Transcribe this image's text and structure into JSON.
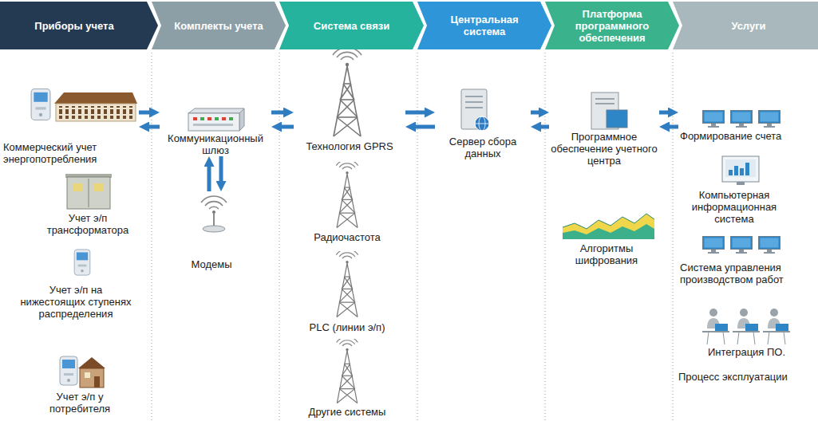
{
  "diagram": {
    "nodes": [
      {
        "text": [
          "Приборы учета"
        ]
      },
      {
        "text": [
          "Коммерческий учет энергопотребления"
        ],
        "in": 0
      },
      {
        "text": [
          "Учет э/п трансформатора"
        ],
        "in": 0
      },
      {
        "text": [
          "Учет э/п на нижестоящих ступенях распределения"
        ],
        "in": 0
      },
      {
        "text": [
          "Учет э/п у потребителя"
        ],
        "in": 0
      },
      {
        "text": [
          "Комплекты учета"
        ]
      },
      {
        "text": [
          "Коммуникационный шлюз"
        ],
        "in": 5
      },
      {
        "text": [
          "Модемы"
        ],
        "in": 5
      },
      {
        "text": [
          "Система связи"
        ]
      },
      {
        "text": [
          "Технология GPRS"
        ],
        "in": 8
      },
      {
        "text": [
          "Радиочастота"
        ],
        "in": 8
      },
      {
        "text": [
          "PLC (линии э/п)"
        ],
        "in": 8
      },
      {
        "text": [
          "Другие системы"
        ],
        "in": 8
      },
      {
        "text": [
          "Центральная система"
        ]
      },
      {
        "text": [
          "Сервер сбора данных"
        ],
        "in": 13
      },
      {
        "text": [
          "Платформа программного обеспечения"
        ]
      },
      {
        "text": [
          "Программное обеспечение учетного центра"
        ],
        "in": 15
      },
      {
        "text": [
          "Алгоритмы шифрования"
        ],
        "in": 15
      },
      {
        "text": [
          "Услуги"
        ]
      },
      {
        "text": [
          "Формирование счета"
        ],
        "in": 18
      },
      {
        "text": [
          "Компьютерная информационная система"
        ],
        "in": 18
      },
      {
        "text": [
          "Система управления производством работ"
        ],
        "in": 18
      },
      {
        "text": [
          "Интеграция ПО.",
          "Процесс эксплуатации"
        ],
        "in": 18
      }
    ],
    "edges": [
      {
        "from": 1,
        "to": 6,
        "arrow": "to"
      },
      {
        "from": 6,
        "to": 1,
        "arrow": "to"
      },
      {
        "from": 7,
        "to": 6,
        "arrow": "to"
      },
      {
        "from": 6,
        "to": 7,
        "arrow": "to"
      },
      {
        "from": 6,
        "to": 9,
        "arrow": "to"
      },
      {
        "from": 9,
        "to": 6,
        "arrow": "to"
      },
      {
        "from": 9,
        "to": 14,
        "arrow": "to"
      },
      {
        "from": 14,
        "to": 9,
        "arrow": "to"
      },
      {
        "from": 14,
        "to": 16,
        "arrow": "to"
      },
      {
        "from": 16,
        "to": 14,
        "arrow": "to"
      },
      {
        "from": 16,
        "to": 19,
        "arrow": "to"
      },
      {
        "from": 19,
        "to": 16,
        "arrow": "to"
      }
    ]
  }
}
